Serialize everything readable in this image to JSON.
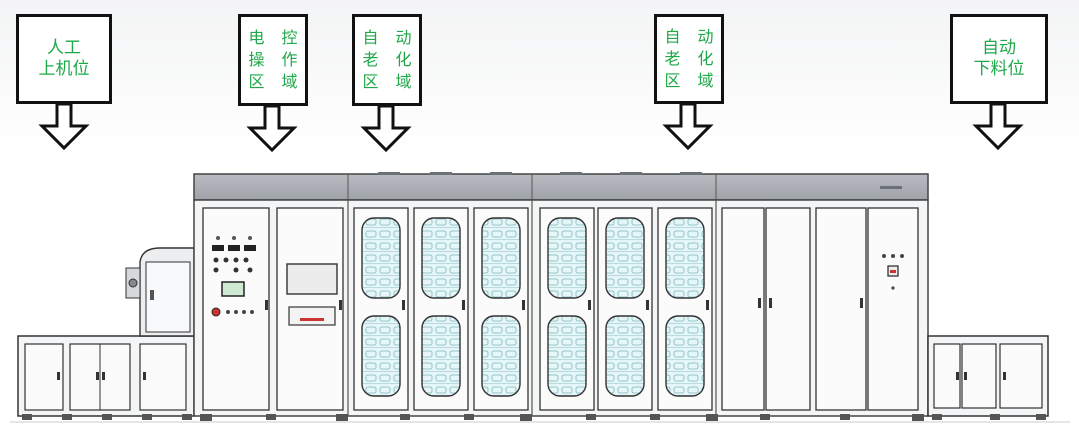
{
  "labels": {
    "manual_loading": {
      "line1": "人工",
      "line2": "上机位"
    },
    "electrical_control": {
      "line1": "电 控",
      "line2": "操 作",
      "line3": "区 域"
    },
    "auto_aging_1": {
      "line1": "自 动",
      "line2": "老 化",
      "line3": "区 域"
    },
    "auto_aging_2": {
      "line1": "自 动",
      "line2": "老 化",
      "line3": "区 域"
    },
    "auto_unloading": {
      "line1": "自动",
      "line2": "下料位"
    }
  },
  "colors": {
    "label_text": "#1fa84a",
    "outline": "#222222",
    "machine_body": "#f4f5f6",
    "frame": "#8a8f95",
    "window_tint": "#dff3f4"
  }
}
